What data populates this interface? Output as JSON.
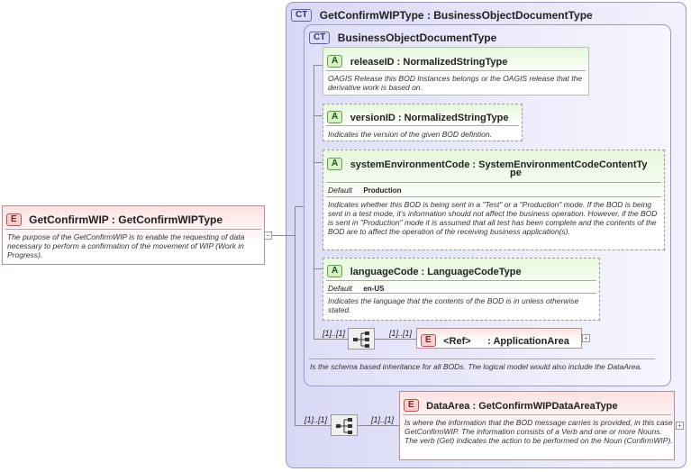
{
  "root_element": {
    "badge": "E",
    "title": "GetConfirmWIP : GetConfirmWIPType",
    "description": "The purpose of the GetConfirmWIP is to enable the requesting of data necessary to perform a confirmation of the movement of WIP (Work in Progress)."
  },
  "outer_type": {
    "badge": "CT",
    "title": "GetConfirmWIPType : BusinessObjectDocumentType"
  },
  "inner_type": {
    "badge": "CT",
    "title": "BusinessObjectDocumentType",
    "description": "Is the schema based inheritance for all BODs. The logical model would also include the DataArea."
  },
  "attributes": [
    {
      "badge": "A",
      "title": "releaseID : NormalizedStringType",
      "description": "OAGIS Release this BOD Instances belongs or the OAGIS release that the derivative work is based on."
    },
    {
      "badge": "A",
      "title": "versionID : NormalizedStringType",
      "description": "Indicates the version of the given BOD defintion."
    },
    {
      "badge": "A",
      "title_line1": "systemEnvironmentCode : SystemEnvironmentCodeContentTy",
      "title_line2": "pe",
      "default_label": "Default",
      "default_value": "Production",
      "description": "Indicates whether this BOD is being sent in a \"Test\" or a \"Production\" mode. If the BOD is being sent in a test mode, it's information should not affect the business operation. However, if the BOD is sent in \"Production\" mode it is assumed that all test has been complete and the contents of the BOD are to affect the operation of the receiving business application(s)."
    },
    {
      "badge": "A",
      "title": "languageCode : LanguageCodeType",
      "default_label": "Default",
      "default_value": "en-US",
      "description": "Indicates the language that the contents of the BOD is in unless otherwise stated."
    }
  ],
  "app_area": {
    "seq_multiplicity": "[1]..[1]",
    "ref_multiplicity": "[1]..[1]",
    "badge": "E",
    "ref_label": "<Ref>",
    "title": ": ApplicationArea"
  },
  "data_area": {
    "seq_multiplicity": "[1]..[1]",
    "ref_multiplicity": "[1]..[1]",
    "badge": "E",
    "title": "DataArea : GetConfirmWIPDataAreaType",
    "description": "Is where the information that the BOD message carries is provided, in this case GetConfirmWIP. The information consists of a Verb and one or more Nouns. The verb (Get) indicates the action to be performed on the Noun (ConfirmWIP)."
  },
  "icons": [
    "sequence-icon",
    "expand-plus-icon",
    "collapse-minus-icon"
  ],
  "colors": {
    "element_fill": "#fde2e2",
    "attribute_fill": "#e6f8dc",
    "complex_type_fill": "#e8e8fb"
  }
}
